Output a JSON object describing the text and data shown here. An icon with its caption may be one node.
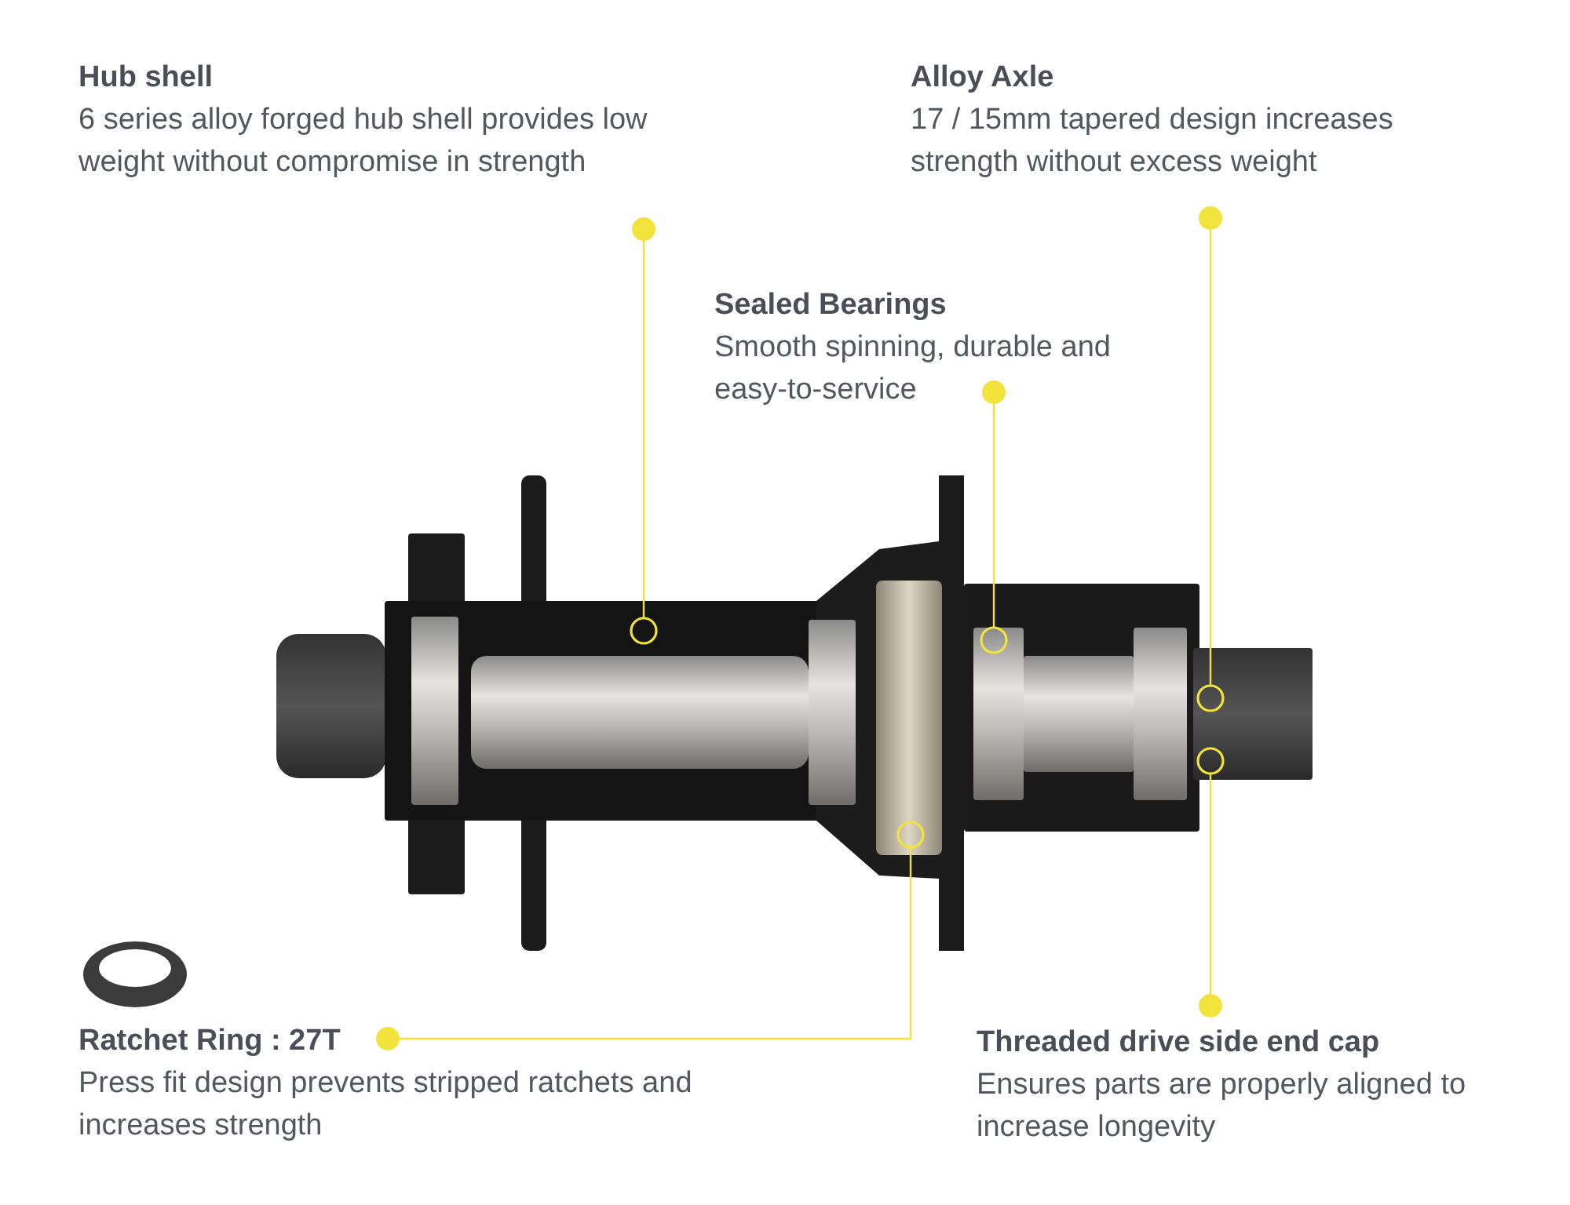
{
  "diagram": {
    "nodes": [
      {
        "text": [
          "Hub shell",
          "6 series alloy forged hub shell provides low weight without compromise in strength"
        ]
      },
      {
        "text": [
          "Alloy Axle",
          "17 / 15mm tapered design increases strength without excess weight"
        ]
      },
      {
        "text": [
          "Sealed Bearings",
          "Smooth spinning, durable and easy-to-service"
        ]
      },
      {
        "text": [
          "Ratchet Ring : 27T",
          "Press fit design prevents stripped ratchets and increases strength"
        ]
      },
      {
        "text": [
          "Threaded drive side end cap",
          "Ensures parts are properly aligned to increase longevity"
        ]
      },
      {
        "text": [],
        "shape": "circle"
      },
      {
        "text": [],
        "shape": "circle"
      },
      {
        "text": [],
        "shape": "circle"
      },
      {
        "text": [],
        "shape": "circle"
      },
      {
        "text": [],
        "shape": "circle"
      }
    ],
    "edges": [
      {
        "from": 0,
        "to": 5,
        "arrow": "other"
      },
      {
        "from": 1,
        "to": 6,
        "arrow": "other"
      },
      {
        "from": 2,
        "to": 7,
        "arrow": "other"
      },
      {
        "from": 3,
        "to": 8,
        "arrow": "other"
      },
      {
        "from": 4,
        "to": 9,
        "arrow": "other"
      }
    ]
  }
}
